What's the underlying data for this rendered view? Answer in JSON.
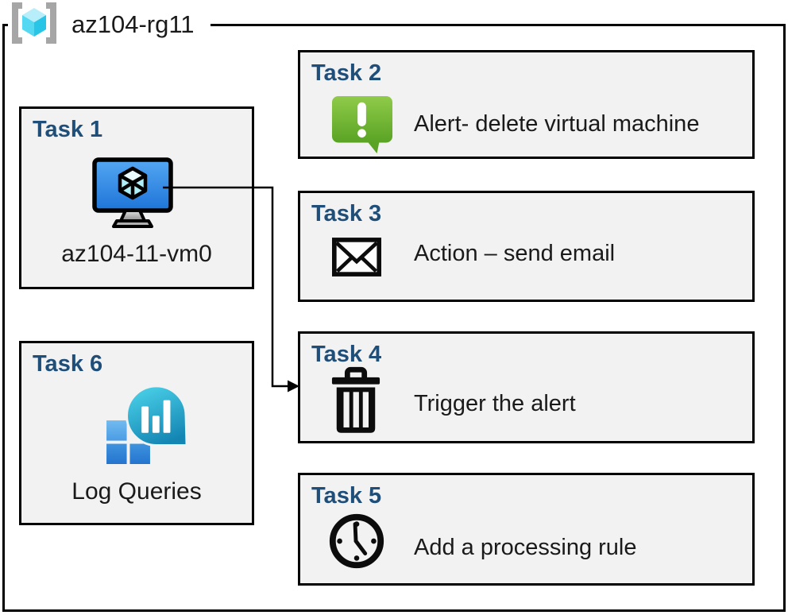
{
  "resource_group": {
    "name": "az104-rg11",
    "icon": "resource-group-icon"
  },
  "tasks": [
    {
      "label": "Task 1",
      "caption": "az104-11-vm0",
      "icon": "virtual-machine-icon"
    },
    {
      "label": "Task 2",
      "caption": "Alert- delete virtual machine",
      "icon": "alert-icon"
    },
    {
      "label": "Task 3",
      "caption": "Action – send email",
      "icon": "email-icon"
    },
    {
      "label": "Task 4",
      "caption": "Trigger the alert",
      "icon": "trash-icon"
    },
    {
      "label": "Task 5",
      "caption": "Add a processing rule",
      "icon": "clock-icon"
    },
    {
      "label": "Task 6",
      "caption": "Log Queries",
      "icon": "log-queries-icon"
    }
  ],
  "connector": {
    "from": "Task 1",
    "to": "Task 4"
  },
  "colors": {
    "task_label_blue": "#1f4e79",
    "box_fill": "#f2f2f2",
    "border_black": "#000000",
    "alert_green_light": "#90cb4a",
    "alert_green_dark": "#5aa324",
    "vm_screen_blue_light": "#54a7f2",
    "vm_screen_blue_dark": "#1e74d8",
    "log_teal_light": "#4cd3ea",
    "log_teal_dark": "#1486b4",
    "log_square_blue": "#2f86d9",
    "rg_cube_cyan": "#55d8f2",
    "bracket_gray": "#a6a6a6"
  }
}
